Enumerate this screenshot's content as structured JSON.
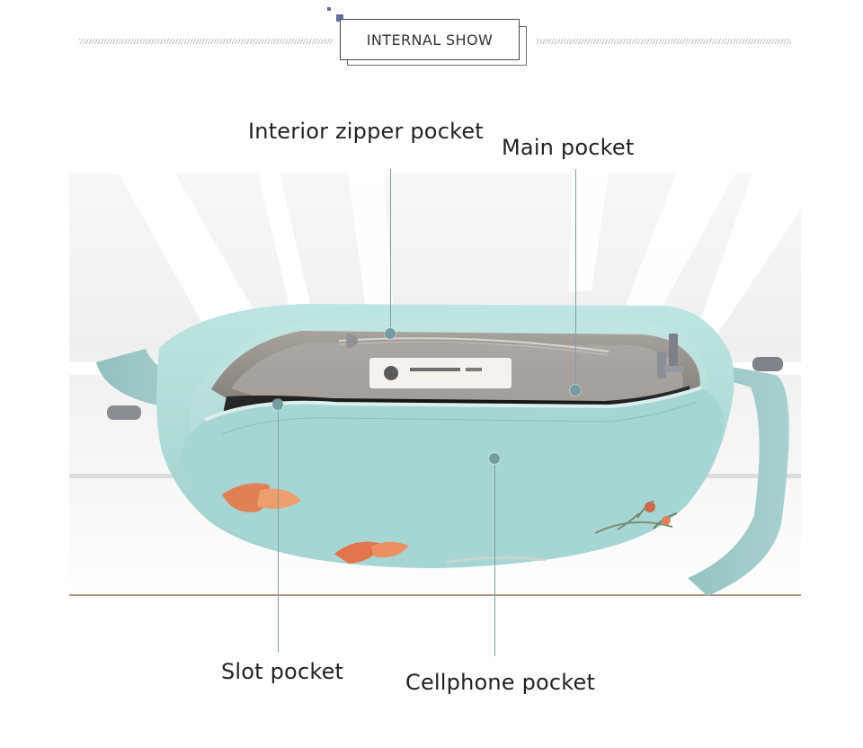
{
  "header": {
    "title": "INTERNAL SHOW"
  },
  "labels": {
    "interior_zipper_pocket": "Interior zipper pocket",
    "main_pocket": "Main pocket",
    "slot_pocket": "Slot pocket",
    "cellphone_pocket": "Cellphone pocket"
  },
  "colors": {
    "accent_square": "#5d6f9f",
    "leader_line": "#7e9fa1",
    "marker_dot": "#739d9f",
    "bag_fabric": "#a8d8d7",
    "bag_lining": "#8f8986"
  },
  "icons": {
    "decor_corner": "corner-square-icon",
    "pointer_dot": "pointer-dot-icon"
  }
}
